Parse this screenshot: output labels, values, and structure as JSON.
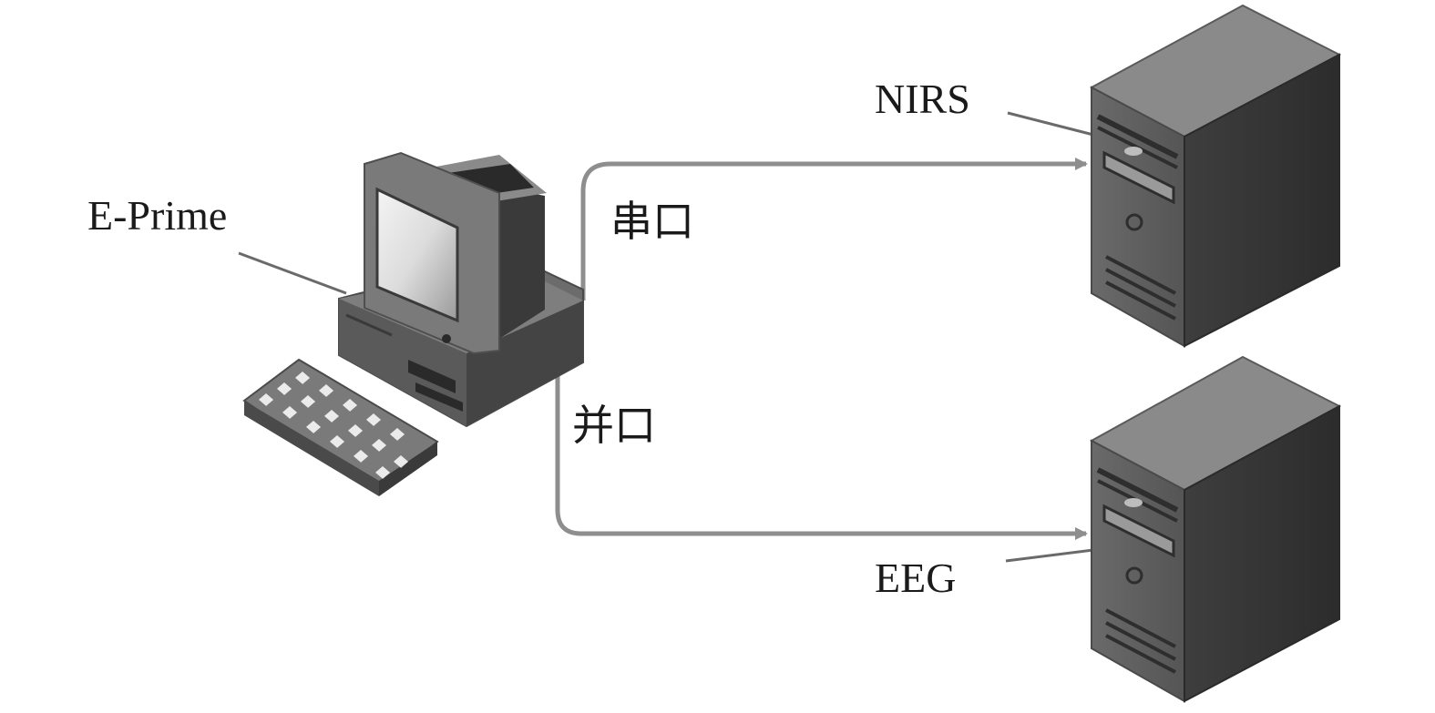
{
  "labels": {
    "computer": "E-Prime",
    "server_top": "NIRS",
    "server_bottom": "EEG",
    "link_serial": "串口",
    "link_parallel": "并口"
  },
  "icons": {
    "computer": "desktop-computer-icon",
    "keyboard": "keyboard-icon",
    "server": "tower-server-icon"
  },
  "colors": {
    "connector": "#8e8e8e",
    "leader": "#6a6a6a",
    "device_dark": "#3c3c3c",
    "device_mid": "#5a5a5a",
    "device_light": "#7a7a7a",
    "text": "#1a1a1a"
  }
}
